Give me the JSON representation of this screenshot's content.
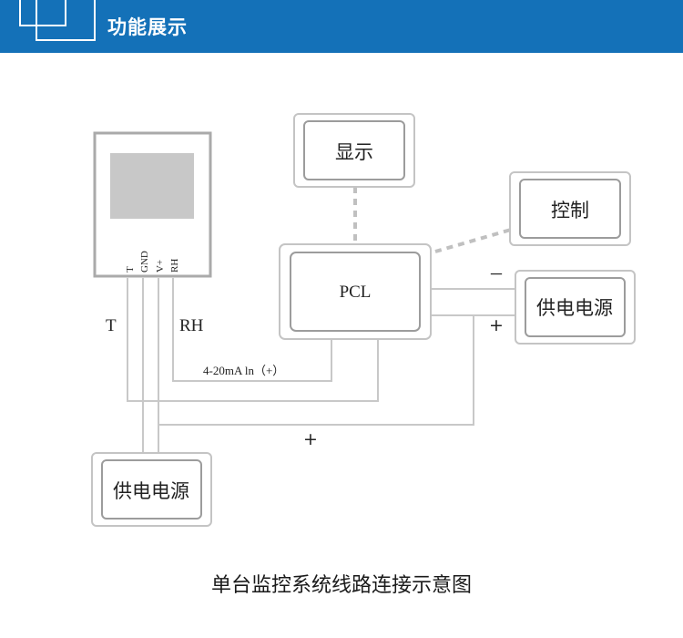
{
  "header": {
    "title": "功能展示",
    "color": "#1471b8"
  },
  "diagram": {
    "sensor": {
      "pins": [
        "T",
        "GND",
        "V+",
        "RH"
      ]
    },
    "blocks": {
      "display": "显示",
      "control": "控制",
      "pcl": "PCL",
      "power_right": "供电电源",
      "power_bottom": "供电电源"
    },
    "labels": {
      "t": "T",
      "rh": "RH",
      "signal": "4-20mA  ln（+）",
      "minus": "－",
      "plus_right": "+",
      "plus_bottom": "+"
    }
  },
  "caption": "单台监控系统线路连接示意图"
}
